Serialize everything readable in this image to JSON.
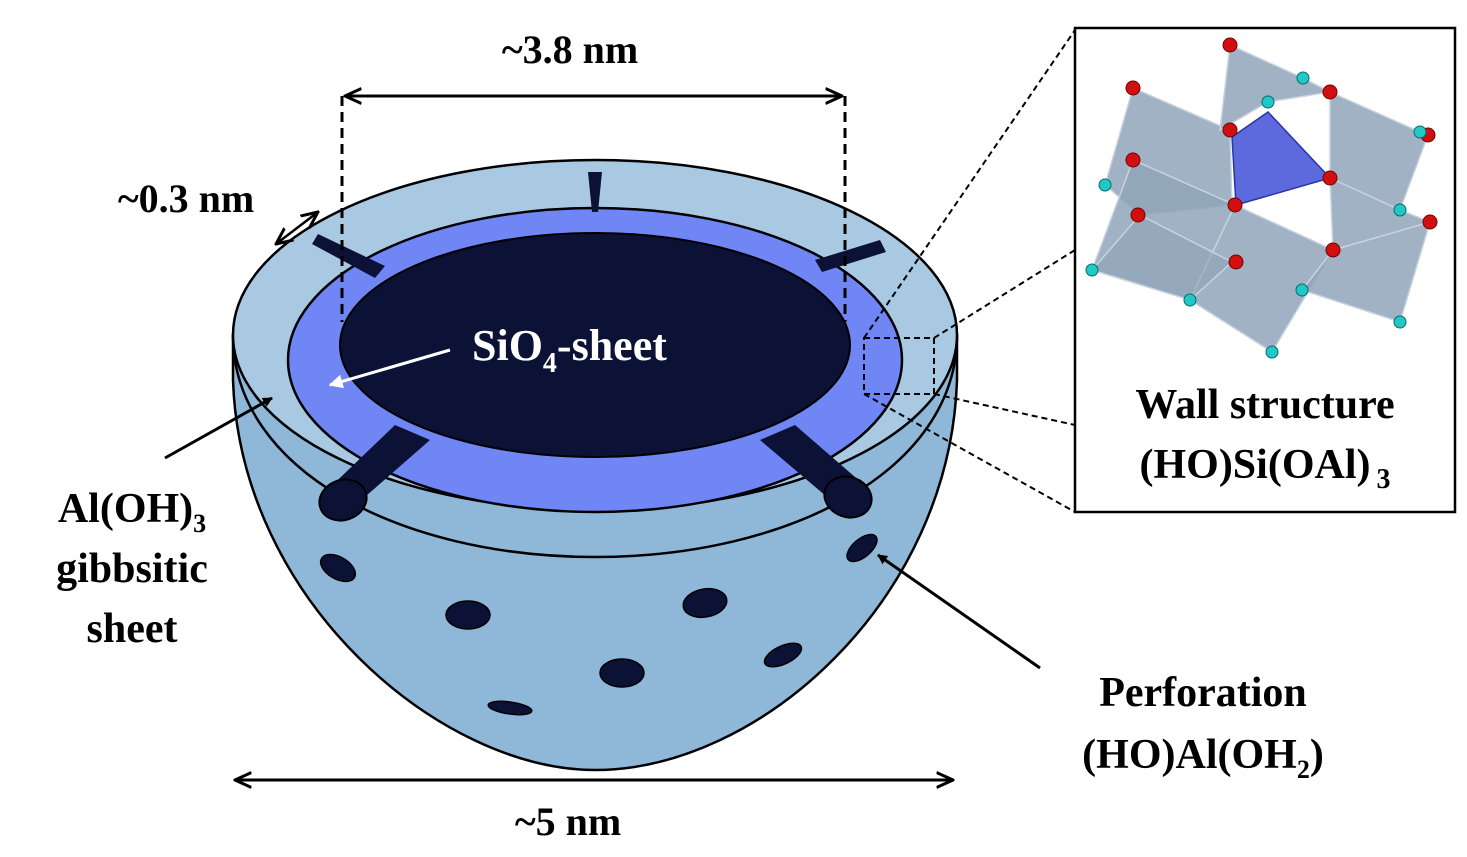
{
  "labels": {
    "inner_diameter": "~3.8 nm",
    "wall_thickness": "~0.3 nm",
    "outer_diameter": "~5 nm",
    "silicate_main": "SiO",
    "silicate_sub": "4",
    "silicate_suffix": "-sheet",
    "gibbsite_line1_main": "Al(OH)",
    "gibbsite_line1_sub": "3",
    "gibbsite_line2": "gibbsitic",
    "gibbsite_line3": "sheet",
    "perforation_line1": "Perforation",
    "perforation_line2_main": "(HO)Al(OH",
    "perforation_line2_sub": "2",
    "perforation_line2_end": ")",
    "wall_line1": "Wall structure",
    "wall_line2_main": "(HO)Si(OAl)",
    "wall_line2_sub": "3"
  },
  "colors": {
    "outer_shell": "#8fb8d8",
    "rim_ring": "#a9c9e2",
    "silicate_ring": "#6f86f4",
    "inner_cavity": "#0b1236",
    "octahedra": "#8fa4b8",
    "tetrahedron": "#4050d8",
    "atom_red": "#d01010",
    "atom_cyan": "#20c8c8"
  }
}
